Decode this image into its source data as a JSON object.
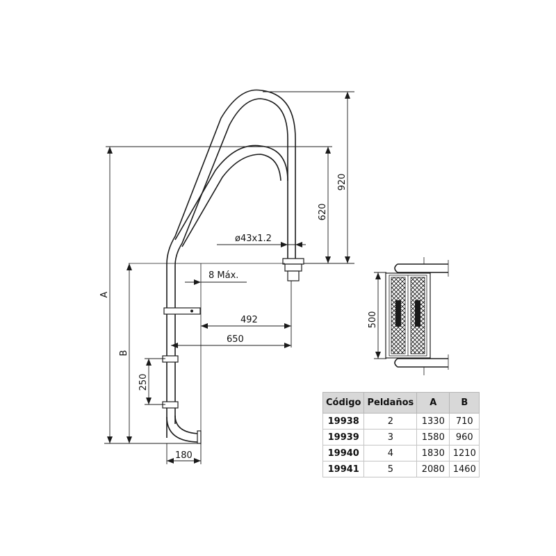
{
  "dimensions": {
    "d920": "920",
    "d620": "620",
    "tube": "ø43x1.2",
    "max8": "8 Máx.",
    "d492": "492",
    "d650": "650",
    "d250": "250",
    "d180": "180",
    "d500": "500",
    "labelA": "A",
    "labelB": "B"
  },
  "table": {
    "headers": [
      "Código",
      "Peldaños",
      "A",
      "B"
    ],
    "rows": [
      [
        "19938",
        "2",
        "1330",
        "710"
      ],
      [
        "19939",
        "3",
        "1580",
        "960"
      ],
      [
        "19940",
        "4",
        "1830",
        "1210"
      ],
      [
        "19941",
        "5",
        "2080",
        "1460"
      ]
    ]
  }
}
